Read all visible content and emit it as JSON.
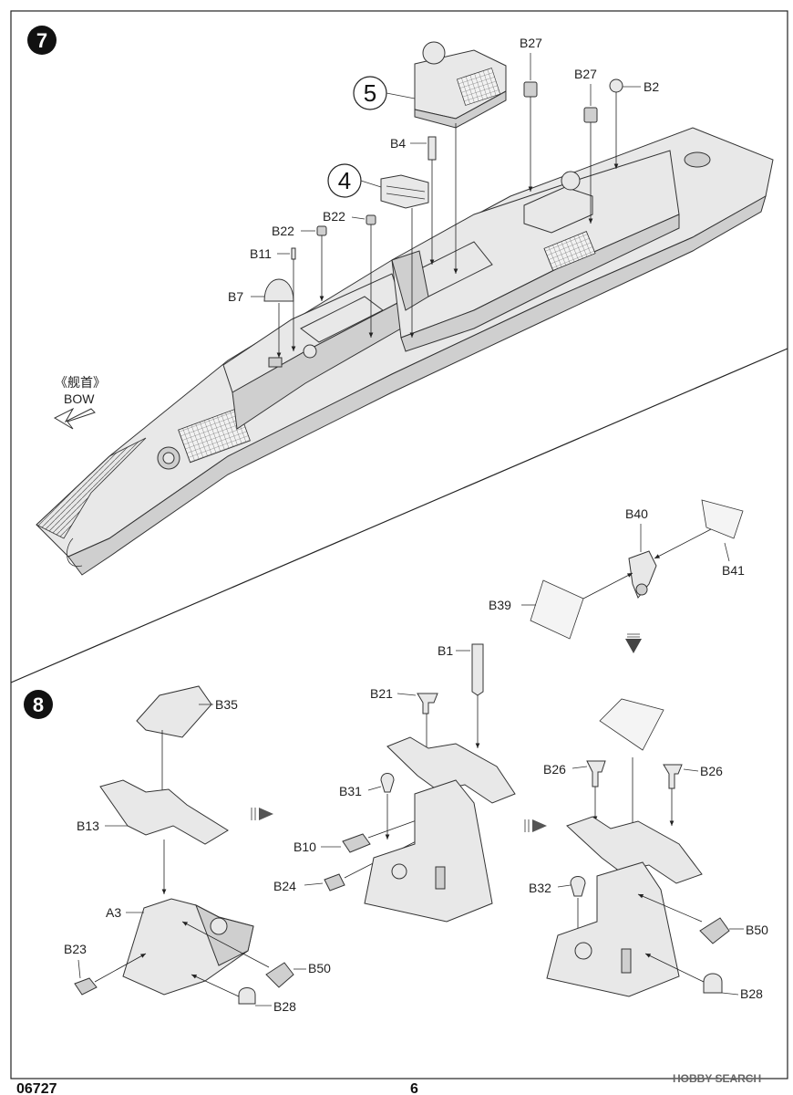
{
  "steps": [
    {
      "number": "7"
    },
    {
      "number": "8"
    }
  ],
  "step7": {
    "callouts": [
      "5",
      "4"
    ],
    "direction_label_cn": "《舰首》",
    "direction_label": "BOW",
    "parts": [
      "B27",
      "B27",
      "B2",
      "B4",
      "B22",
      "B22",
      "B11",
      "B7"
    ]
  },
  "step8_sub": {
    "parts": [
      "B40",
      "B41",
      "B39"
    ]
  },
  "step8": {
    "left": [
      "B35",
      "B13",
      "A3",
      "B23",
      "B50",
      "B28"
    ],
    "middle": [
      "B1",
      "B21",
      "B31",
      "B10",
      "B24"
    ],
    "right": [
      "B26",
      "B26",
      "B32",
      "B50",
      "B28"
    ]
  },
  "footer": {
    "product_code": "06727",
    "page_number": "6",
    "watermark": "HOBBY SEARCH"
  }
}
